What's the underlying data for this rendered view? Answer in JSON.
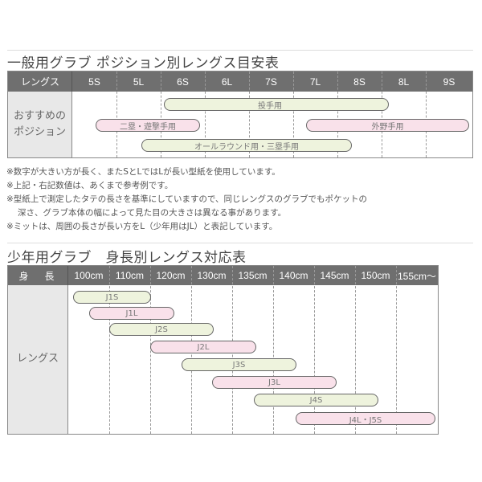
{
  "adult_section": {
    "title": "一般用グラブ ポジション別レングス目安表",
    "header_label": "レングス",
    "columns": [
      "5S",
      "5L",
      "6S",
      "6L",
      "7S",
      "7L",
      "8S",
      "8L",
      "9S"
    ],
    "row_label": "おすすめの\nポジション",
    "bars": [
      {
        "label": "投手用",
        "color": "green"
      },
      {
        "label": "二塁・遊撃手用",
        "color": "pink"
      },
      {
        "label": "外野手用",
        "color": "pink"
      },
      {
        "label": "オールラウンド用・三塁手用",
        "color": "green"
      }
    ]
  },
  "notes": [
    "※数字が大きい方が長く、またSとLではLが長い型紙を使用しています。",
    "※上記・右記数値は、あくまで参考例です。",
    "※型紙上で測定したタテの長さを基準にしていますので、同じレングスのグラブでもポケットの",
    "深さ、グラブ本体の幅によって見た目の大きさは異なる事があります。",
    "※ミットは、周囲の長さが長い方をL（少年用はJL）と表記しています。"
  ],
  "youth_section": {
    "title": "少年用グラブ　身長別レングス対応表",
    "header_label": "身　長",
    "columns": [
      "100cm",
      "110cm",
      "120cm",
      "130cm",
      "135cm",
      "140cm",
      "145cm",
      "150cm",
      "155cm～"
    ],
    "row_label": "レングス",
    "bars": [
      {
        "label": "J1S",
        "color": "green"
      },
      {
        "label": "J1L",
        "color": "pink"
      },
      {
        "label": "J2S",
        "color": "green"
      },
      {
        "label": "J2L",
        "color": "pink"
      },
      {
        "label": "J3S",
        "color": "green"
      },
      {
        "label": "J3L",
        "color": "pink"
      },
      {
        "label": "J4S",
        "color": "green"
      },
      {
        "label": "J4L・J5S",
        "color": "pink"
      }
    ]
  },
  "colors": {
    "header_bg": "#6f6f6f",
    "label_bg": "#e8e8e8",
    "bar_green": "#eef3dd",
    "bar_pink": "#f9e1ea"
  },
  "chart_data": [
    {
      "type": "table",
      "title": "一般用グラブ ポジション別レングス目安表",
      "xlabel": "レングス",
      "ylabel": "おすすめのポジション",
      "categories": [
        "5S",
        "5L",
        "6S",
        "6L",
        "7S",
        "7L",
        "8S",
        "8L",
        "9S"
      ],
      "series": [
        {
          "name": "投手用",
          "range": [
            "6S",
            "8S"
          ]
        },
        {
          "name": "二塁・遊撃手用",
          "range": [
            "5S",
            "6S"
          ]
        },
        {
          "name": "外野手用",
          "range": [
            "7L",
            "9S"
          ]
        },
        {
          "name": "オールラウンド用・三塁手用",
          "range": [
            "5L",
            "7L"
          ]
        }
      ]
    },
    {
      "type": "table",
      "title": "少年用グラブ　身長別レングス対応表",
      "xlabel": "身長",
      "ylabel": "レングス",
      "categories": [
        "100cm",
        "110cm",
        "120cm",
        "130cm",
        "135cm",
        "140cm",
        "145cm",
        "150cm",
        "155cm～"
      ],
      "series": [
        {
          "name": "J1S",
          "range": [
            "100cm",
            "120cm"
          ]
        },
        {
          "name": "J1L",
          "range": [
            "110cm",
            "130cm"
          ]
        },
        {
          "name": "J2S",
          "range": [
            "110cm",
            "130cm"
          ]
        },
        {
          "name": "J2L",
          "range": [
            "120cm",
            "135cm"
          ]
        },
        {
          "name": "J3S",
          "range": [
            "130cm",
            "140cm"
          ]
        },
        {
          "name": "J3L",
          "range": [
            "130cm",
            "145cm"
          ]
        },
        {
          "name": "J4S",
          "range": [
            "140cm",
            "150cm"
          ]
        },
        {
          "name": "J4L・J5S",
          "range": [
            "140cm",
            "155cm～"
          ]
        }
      ]
    }
  ]
}
